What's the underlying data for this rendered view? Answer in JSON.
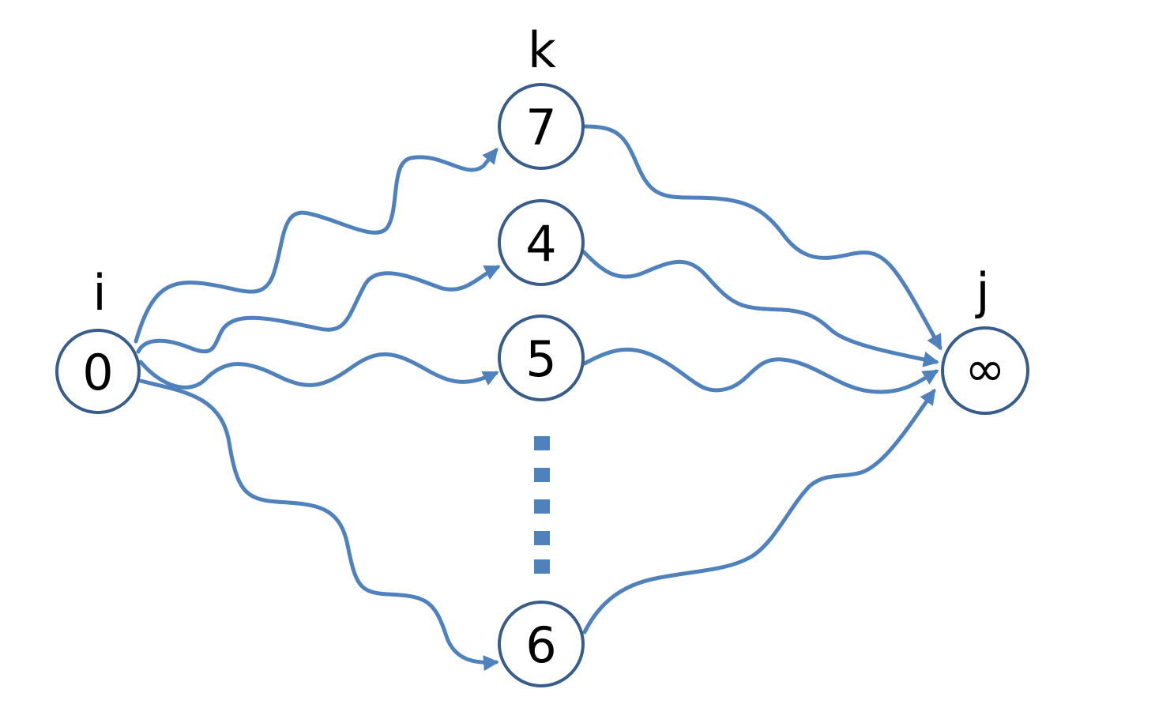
{
  "nodes": {
    "i": {
      "label": "i",
      "value": "0"
    },
    "k_top": {
      "label": "k",
      "value": "7"
    },
    "mid1": {
      "value": "4"
    },
    "mid2": {
      "value": "5"
    },
    "bottom": {
      "value": "6"
    },
    "j": {
      "label": "j",
      "value": "∞"
    }
  },
  "colors": {
    "edge": "#4f81bd",
    "node_border": "#385d8a",
    "text": "#000000"
  }
}
